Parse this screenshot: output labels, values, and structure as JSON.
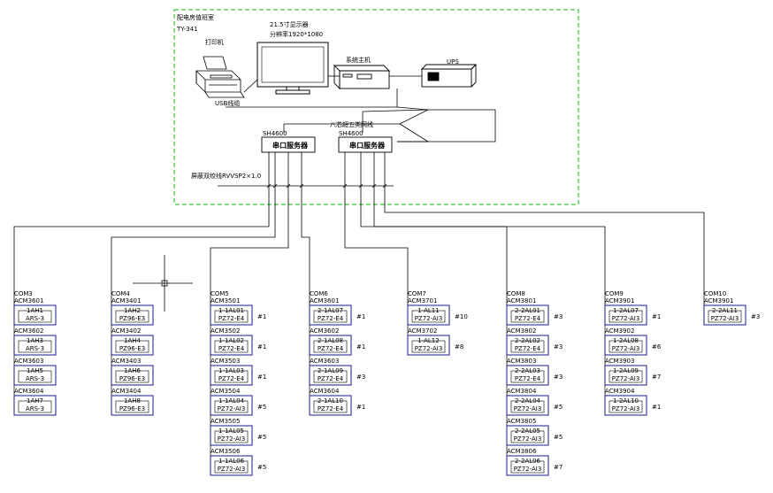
{
  "room": {
    "title": "配电房值班室",
    "code": "TY-341"
  },
  "monitor": {
    "title": "21.5寸显示器",
    "resolution": "分辨率1920*1080"
  },
  "printer": {
    "label": "打印机",
    "usb": "USB线缆"
  },
  "host": {
    "label": "系统主机"
  },
  "ups": {
    "label": "UPS"
  },
  "network": {
    "label": "八芯超五类网线"
  },
  "servers": [
    {
      "model": "SH4600",
      "label": "串口服务器"
    },
    {
      "model": "SH4600",
      "label": "串口服务器"
    }
  ],
  "cable": {
    "label": "屏蔽双绞线RVVSP2×1.0"
  },
  "columns": [
    {
      "com": "COM3",
      "devices": [
        {
          "code": "ACM3601",
          "name": "1AH1",
          "model": "ARS-3",
          "num": ""
        },
        {
          "code": "ACM3602",
          "name": "1AH3",
          "model": "ARS-3",
          "num": ""
        },
        {
          "code": "ACM3603",
          "name": "1AH5",
          "model": "ARS-3",
          "num": ""
        },
        {
          "code": "ACM3604",
          "name": "1AH7",
          "model": "ARS-3",
          "num": ""
        }
      ]
    },
    {
      "com": "COM4",
      "devices": [
        {
          "code": "ACM3401",
          "name": "1AH2",
          "model": "PZ96-E3",
          "num": ""
        },
        {
          "code": "ACM3402",
          "name": "1AH4",
          "model": "PZ96-E3",
          "num": ""
        },
        {
          "code": "ACM3403",
          "name": "1AH6",
          "model": "PZ96-E3",
          "num": ""
        },
        {
          "code": "ACM3404",
          "name": "1AH8",
          "model": "PZ96-E3",
          "num": ""
        }
      ]
    },
    {
      "com": "COM5",
      "devices": [
        {
          "code": "ACM3501",
          "name": "1-1AL01",
          "model": "PZ72-E4",
          "num": "#1"
        },
        {
          "code": "ACM3502",
          "name": "1-1AL02",
          "model": "PZ72-E4",
          "num": "#1"
        },
        {
          "code": "ACM3503",
          "name": "1-1AL03",
          "model": "PZ72-E4",
          "num": "#1"
        },
        {
          "code": "ACM3504",
          "name": "1-1AL04",
          "model": "PZ72-AI3",
          "num": "#5"
        },
        {
          "code": "ACM3505",
          "name": "1-1AL05",
          "model": "PZ72-AI3",
          "num": "#5"
        },
        {
          "code": "ACM3506",
          "name": "1-1AL06",
          "model": "PZ72-AI3",
          "num": "#5"
        }
      ]
    },
    {
      "com": "COM6",
      "devices": [
        {
          "code": "ACM3601",
          "name": "2-1AL07",
          "model": "PZ72-E4",
          "num": "#1"
        },
        {
          "code": "ACM3602",
          "name": "2-1AL08",
          "model": "PZ72-E4",
          "num": "#1"
        },
        {
          "code": "ACM3603",
          "name": "2-1AL09",
          "model": "PZ72-E4",
          "num": "#3"
        },
        {
          "code": "ACM3604",
          "name": "2-1AL10",
          "model": "PZ72-E4",
          "num": "#1"
        }
      ]
    },
    {
      "com": "COM7",
      "devices": [
        {
          "code": "ACM3701",
          "name": "1-AL11",
          "model": "PZ72-AI3",
          "num": "#10"
        },
        {
          "code": "ACM3702",
          "name": "1-AL12",
          "model": "PZ72-AI3",
          "num": "#8"
        }
      ]
    },
    {
      "com": "COM8",
      "devices": [
        {
          "code": "ACM3801",
          "name": "2-2AL01",
          "model": "PZ72-E4",
          "num": "#3"
        },
        {
          "code": "ACM3802",
          "name": "2-2AL02",
          "model": "PZ72-E4",
          "num": "#3"
        },
        {
          "code": "ACM3803",
          "name": "2-2AL03",
          "model": "PZ72-E4",
          "num": "#3"
        },
        {
          "code": "ACM3804",
          "name": "2-2AL04",
          "model": "PZ72-AI3",
          "num": "#5"
        },
        {
          "code": "ACM3805",
          "name": "2-2AL05",
          "model": "PZ72-AI3",
          "num": "#5"
        },
        {
          "code": "ACM3806",
          "name": "2-2AL06",
          "model": "PZ72-AI3",
          "num": "#7"
        }
      ]
    },
    {
      "com": "COM9",
      "devices": [
        {
          "code": "ACM3901",
          "name": "1-2AL07",
          "model": "PZ72-AI3",
          "num": "#1"
        },
        {
          "code": "ACM3902",
          "name": "1-2AL08",
          "model": "PZ72-AI3",
          "num": "#6"
        },
        {
          "code": "ACM3903",
          "name": "1-2AL09",
          "model": "PZ72-AI3",
          "num": "#7"
        },
        {
          "code": "ACM3904",
          "name": "1-2AL10",
          "model": "PZ72-AI3",
          "num": "#1"
        }
      ]
    },
    {
      "com": "COM10",
      "devices": [
        {
          "code": "ACM3901",
          "name": "2-2AL11",
          "model": "PZ72-AI3",
          "num": "#3"
        }
      ]
    }
  ],
  "colors": {
    "room_border": "#39c439",
    "device_border": "#1a1a8c",
    "line": "#000000"
  }
}
